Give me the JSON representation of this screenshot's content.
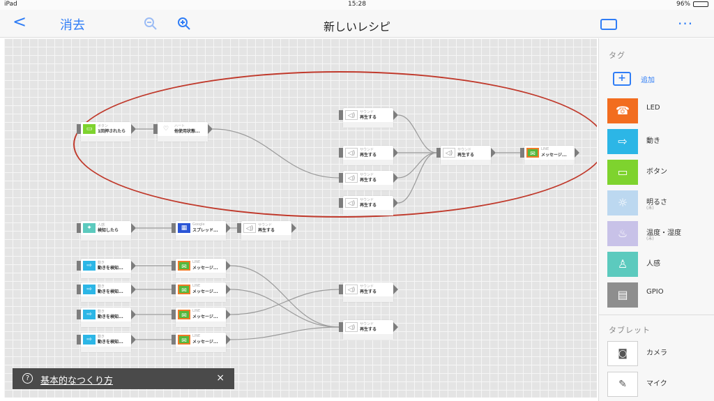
{
  "status": {
    "device": "iPad",
    "time": "15:28",
    "battery": "96%",
    "battery_level": 0.96
  },
  "nav": {
    "back": "<",
    "clear": "消去",
    "title": "新しいレシピ",
    "more": "···"
  },
  "tutorial": {
    "icon": "?",
    "label": "基本的なつくり方",
    "close": "×"
  },
  "sidebar": {
    "tag_section": "タグ",
    "add_label": "追加",
    "tags": [
      {
        "label": "LED",
        "color": "#f26d1f",
        "icon": "led-icon"
      },
      {
        "label": "動き",
        "color": "#2cb6e6",
        "icon": "motion-icon"
      },
      {
        "label": "ボタン",
        "color": "#7ed32e",
        "icon": "button-icon"
      },
      {
        "label": "明るさ",
        "sub": "(未)",
        "color": "#bcd8f0",
        "icon": "brightness-icon"
      },
      {
        "label": "温度・湿度",
        "sub": "(未)",
        "color": "#c8c2e8",
        "icon": "temperature-icon"
      },
      {
        "label": "人感",
        "color": "#5ccabe",
        "icon": "human-sensor-icon"
      },
      {
        "label": "GPIO",
        "color": "#8e8e8e",
        "icon": "gpio-icon"
      }
    ],
    "tablet_section": "タブレット",
    "tablet": [
      {
        "label": "カメラ",
        "icon": "camera-icon"
      },
      {
        "label": "マイク",
        "icon": "microphone-icon"
      }
    ]
  },
  "nodes": [
    {
      "id": "n1",
      "type": "ボタン",
      "label": "1回押されたら",
      "foot": "",
      "kind": "green"
    },
    {
      "id": "n2",
      "type": "ハート",
      "label": "他使用状態...",
      "foot": "",
      "kind": "heart"
    },
    {
      "id": "n3",
      "type": "サウンド",
      "label": "再生する",
      "foot": "",
      "kind": "spk"
    },
    {
      "id": "n4",
      "type": "サウンド",
      "label": "再生する",
      "foot": "",
      "kind": "spk"
    },
    {
      "id": "n5",
      "type": "サウンド",
      "label": "再生する",
      "foot": "",
      "kind": "spk"
    },
    {
      "id": "n6",
      "type": "サウンド",
      "label": "再生する",
      "foot": "",
      "kind": "spk"
    },
    {
      "id": "n7",
      "type": "サウンド",
      "label": "再生する",
      "foot": "",
      "kind": "spk"
    },
    {
      "id": "n8",
      "type": "LINE",
      "label": "メッセージ...",
      "foot": "",
      "kind": "line"
    },
    {
      "id": "n9",
      "type": "人感",
      "label": "検知したら",
      "foot": "",
      "kind": "teal"
    },
    {
      "id": "n10",
      "type": "Google",
      "label": "スプレッド...",
      "foot": "",
      "kind": "blue"
    },
    {
      "id": "n11",
      "type": "サウンド",
      "label": "再生する",
      "foot": "",
      "kind": "spk"
    },
    {
      "id": "n12",
      "type": "動き",
      "label": "動きを検知...",
      "foot": "",
      "kind": "cyan"
    },
    {
      "id": "n13",
      "type": "LINE",
      "label": "メッセージ...",
      "foot": "",
      "kind": "line"
    },
    {
      "id": "n14",
      "type": "動き",
      "label": "動きを検知...",
      "foot": "",
      "kind": "cyan"
    },
    {
      "id": "n15",
      "type": "LINE",
      "label": "メッセージ...",
      "foot": "",
      "kind": "line"
    },
    {
      "id": "n16",
      "type": "動き",
      "label": "動きを検知...",
      "foot": "",
      "kind": "cyan"
    },
    {
      "id": "n17",
      "type": "LINE",
      "label": "メッセージ...",
      "foot": "",
      "kind": "line"
    },
    {
      "id": "n18",
      "type": "動き",
      "label": "動きを検知...",
      "foot": "",
      "kind": "cyan"
    },
    {
      "id": "n19",
      "type": "LINE",
      "label": "メッセージ...",
      "foot": "",
      "kind": "line"
    },
    {
      "id": "n20",
      "type": "サウンド",
      "label": "再生する",
      "foot": "",
      "kind": "spk"
    },
    {
      "id": "n21",
      "type": "サウンド",
      "label": "再生する",
      "foot": "",
      "kind": "spk"
    }
  ],
  "connections": [
    [
      "n1",
      "n2"
    ],
    [
      "n2",
      "n5"
    ],
    [
      "n3",
      "n7"
    ],
    [
      "n4",
      "n7"
    ],
    [
      "n5",
      "n7"
    ],
    [
      "n6",
      "n7"
    ],
    [
      "n7",
      "n8"
    ],
    [
      "n9",
      "n10"
    ],
    [
      "n10",
      "n11"
    ],
    [
      "n12",
      "n13"
    ],
    [
      "n14",
      "n15"
    ],
    [
      "n16",
      "n17"
    ],
    [
      "n18",
      "n19"
    ],
    [
      "n13",
      "n21"
    ],
    [
      "n15",
      "n21"
    ],
    [
      "n17",
      "n20"
    ],
    [
      "n19",
      "n21"
    ]
  ]
}
